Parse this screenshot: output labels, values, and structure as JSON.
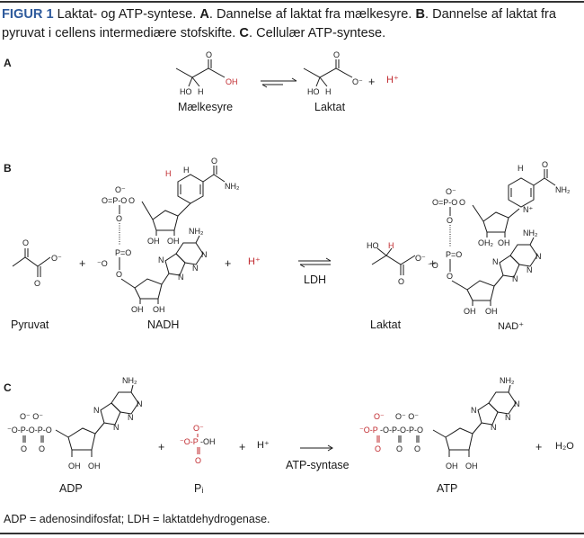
{
  "caption": {
    "figure_label": "FIGUR 1",
    "part1": " Laktat- og ATP-syntese. ",
    "a": "A",
    "part2": ". Dannelse af laktat fra mælkesyre. ",
    "b": "B",
    "part3": ". Dannelse af laktat fra pyruvat i cellens intermediære stofskifte. ",
    "c": "C",
    "part4": ". Cellulær ATP-syntese."
  },
  "sections": {
    "a": "A",
    "b": "B",
    "c": "C"
  },
  "panel_a": {
    "reactant": "Mælkesyre",
    "product": "Laktat",
    "plus": "+",
    "proton": "H⁺"
  },
  "panel_b": {
    "pyruvate": "Pyruvat",
    "nadh": "NADH",
    "enzyme": "LDH",
    "lactate": "Laktat",
    "nad": "NAD⁺",
    "plus": "+",
    "proton": "H⁺"
  },
  "panel_c": {
    "adp": "ADP",
    "pi": "Pᵢ",
    "enzyme": "ATP-syntase",
    "atp": "ATP",
    "water": "H₂O",
    "plus": "+",
    "proton": "H⁺"
  },
  "footnote": "ADP = adenosindifosfat; LDH = laktatdehydrogenase.",
  "colors": {
    "heading_blue": "#2e5a9c",
    "highlight_red": "#c0282d",
    "ink": "#1a1a1a"
  }
}
